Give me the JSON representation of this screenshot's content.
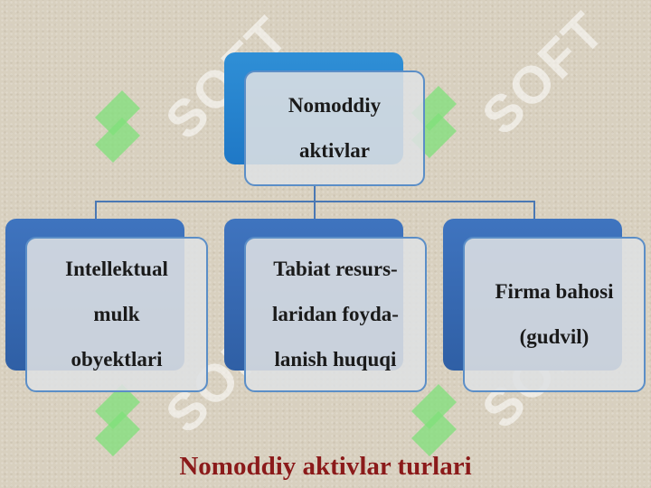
{
  "watermark": {
    "text": "SOFT",
    "icon": "green-logo-icon"
  },
  "diagram": {
    "root": {
      "lines": [
        "Nomoddiy",
        "aktivlar"
      ]
    },
    "children": [
      {
        "lines": [
          "Intellektual",
          "mulk",
          "obyektlari"
        ]
      },
      {
        "lines": [
          "Tabiat resurs-",
          "laridan foyda-",
          "lanish huquqi"
        ]
      },
      {
        "lines": [
          "Firma bahosi",
          "(gudvil)"
        ]
      }
    ]
  },
  "caption": "Nomoddiy aktivlar turlari",
  "colors": {
    "node_back": "#3f74bf",
    "root_back": "#2f8fd6",
    "node_border": "#5b8ec7",
    "caption": "#8b1a1a",
    "watermark_logo": "#7fe07a"
  }
}
